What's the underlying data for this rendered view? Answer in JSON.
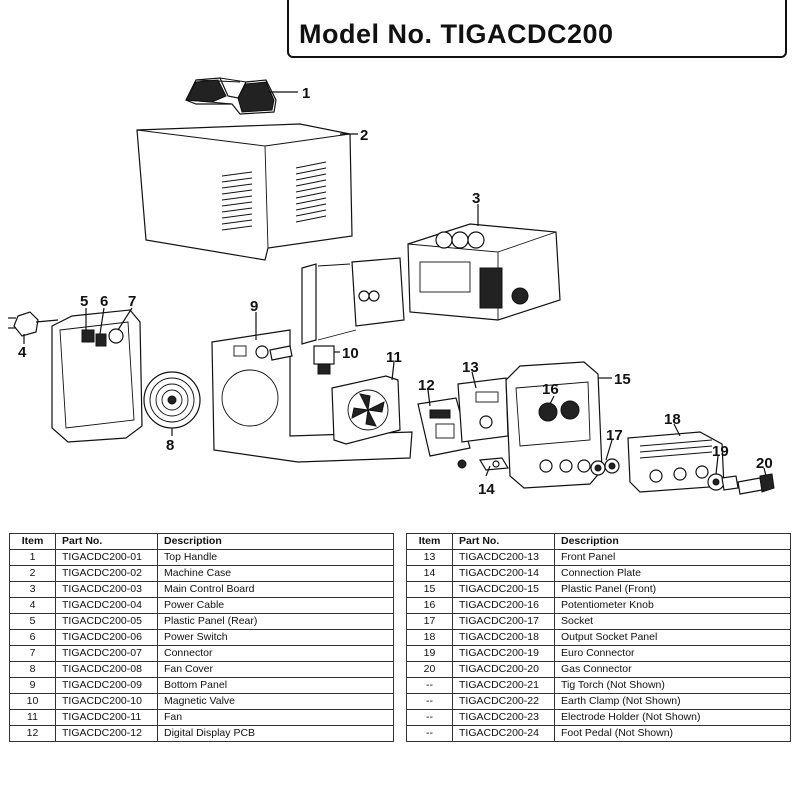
{
  "header": {
    "title": "Model No. TIGACDC200"
  },
  "callouts": [
    "1",
    "2",
    "3",
    "4",
    "5",
    "6",
    "7",
    "8",
    "9",
    "10",
    "11",
    "12",
    "13",
    "14",
    "15",
    "16",
    "17",
    "18",
    "19",
    "20"
  ],
  "table_headers": {
    "item": "Item",
    "part_no": "Part No.",
    "description": "Description"
  },
  "parts_left": [
    {
      "item": "1",
      "part_no": "TIGACDC200-01",
      "description": "Top Handle"
    },
    {
      "item": "2",
      "part_no": "TIGACDC200-02",
      "description": "Machine Case"
    },
    {
      "item": "3",
      "part_no": "TIGACDC200-03",
      "description": "Main Control Board"
    },
    {
      "item": "4",
      "part_no": "TIGACDC200-04",
      "description": "Power Cable"
    },
    {
      "item": "5",
      "part_no": "TIGACDC200-05",
      "description": "Plastic Panel (Rear)"
    },
    {
      "item": "6",
      "part_no": "TIGACDC200-06",
      "description": "Power Switch"
    },
    {
      "item": "7",
      "part_no": "TIGACDC200-07",
      "description": "Connector"
    },
    {
      "item": "8",
      "part_no": "TIGACDC200-08",
      "description": "Fan Cover"
    },
    {
      "item": "9",
      "part_no": "TIGACDC200-09",
      "description": "Bottom Panel"
    },
    {
      "item": "10",
      "part_no": "TIGACDC200-10",
      "description": "Magnetic Valve"
    },
    {
      "item": "11",
      "part_no": "TIGACDC200-11",
      "description": "Fan"
    },
    {
      "item": "12",
      "part_no": "TIGACDC200-12",
      "description": "Digital Display PCB"
    }
  ],
  "parts_right": [
    {
      "item": "13",
      "part_no": "TIGACDC200-13",
      "description": "Front Panel"
    },
    {
      "item": "14",
      "part_no": "TIGACDC200-14",
      "description": "Connection Plate"
    },
    {
      "item": "15",
      "part_no": "TIGACDC200-15",
      "description": "Plastic Panel (Front)"
    },
    {
      "item": "16",
      "part_no": "TIGACDC200-16",
      "description": "Potentiometer Knob"
    },
    {
      "item": "17",
      "part_no": "TIGACDC200-17",
      "description": "Socket"
    },
    {
      "item": "18",
      "part_no": "TIGACDC200-18",
      "description": "Output Socket Panel"
    },
    {
      "item": "19",
      "part_no": "TIGACDC200-19",
      "description": "Euro Connector"
    },
    {
      "item": "20",
      "part_no": "TIGACDC200-20",
      "description": "Gas Connector"
    },
    {
      "item": "--",
      "part_no": "TIGACDC200-21",
      "description": "Tig Torch (Not Shown)"
    },
    {
      "item": "--",
      "part_no": "TIGACDC200-22",
      "description": "Earth Clamp (Not Shown)"
    },
    {
      "item": "--",
      "part_no": "TIGACDC200-23",
      "description": "Electrode Holder (Not Shown)"
    },
    {
      "item": "--",
      "part_no": "TIGACDC200-24",
      "description": "Foot Pedal (Not Shown)"
    }
  ]
}
